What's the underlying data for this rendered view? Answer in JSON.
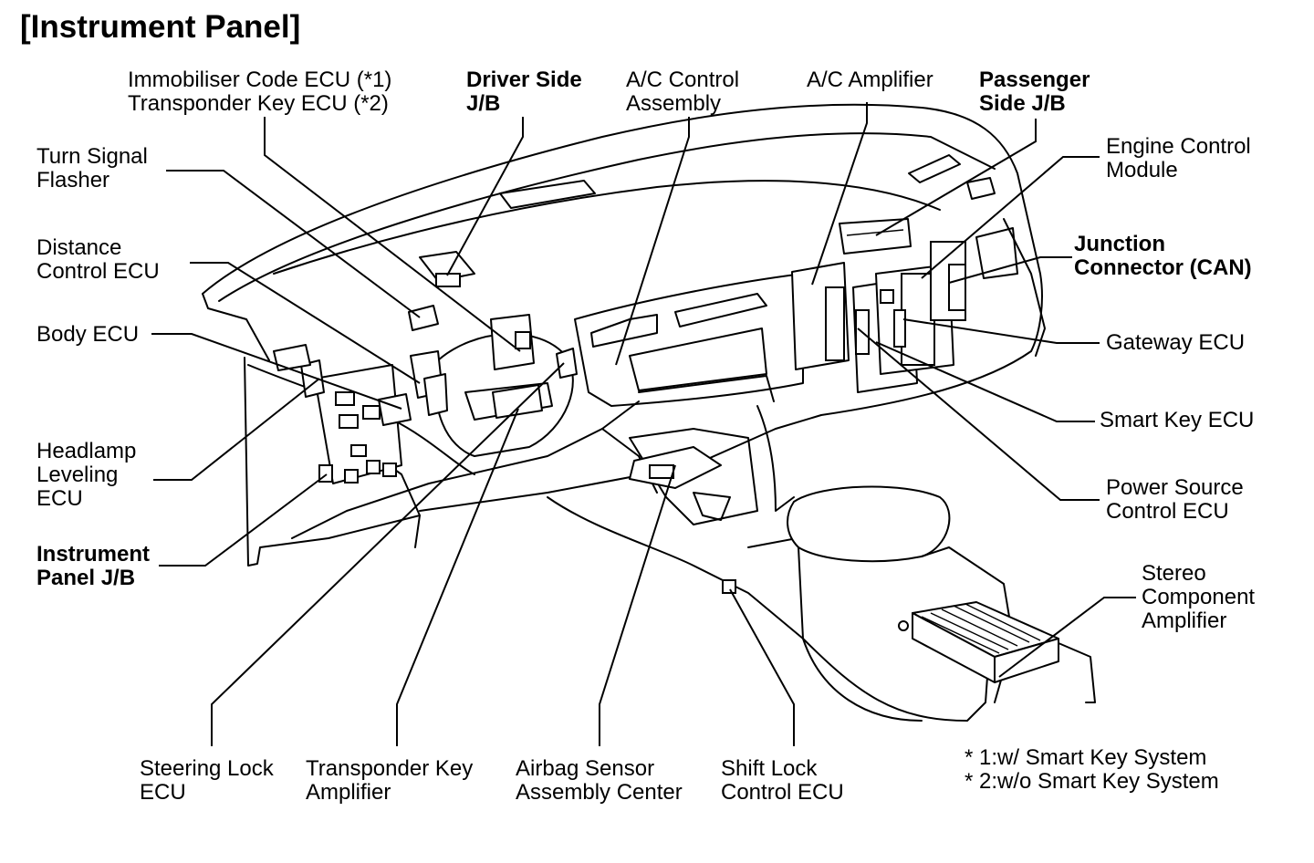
{
  "title": "[Instrument Panel]",
  "labels": {
    "immobiliser": [
      "Immobiliser Code ECU (*1)",
      "Transponder Key ECU (*2)"
    ],
    "driver_jb": [
      "Driver Side",
      "J/B"
    ],
    "ac_control": [
      "A/C Control",
      "Assembly"
    ],
    "ac_amplifier": [
      "A/C Amplifier"
    ],
    "passenger_jb": [
      "Passenger",
      "Side J/B"
    ],
    "engine_control": [
      "Engine Control",
      "Module"
    ],
    "junction_connector": [
      "Junction",
      "Connector (CAN)"
    ],
    "gateway": [
      "Gateway ECU"
    ],
    "smart_key": [
      "Smart Key ECU"
    ],
    "power_source": [
      "Power Source",
      "Control ECU"
    ],
    "stereo": [
      "Stereo",
      "Component",
      "Amplifier"
    ],
    "turn_signal": [
      "Turn Signal",
      "Flasher"
    ],
    "distance_control": [
      "Distance",
      "Control ECU"
    ],
    "body_ecu": [
      "Body ECU"
    ],
    "headlamp": [
      "Headlamp",
      "Leveling",
      "ECU"
    ],
    "instrument_jb": [
      "Instrument",
      "Panel J/B"
    ],
    "steering_lock": [
      "Steering Lock",
      "ECU"
    ],
    "transponder_amp": [
      "Transponder Key",
      "Amplifier"
    ],
    "airbag": [
      "Airbag Sensor",
      "Assembly Center"
    ],
    "shift_lock": [
      "Shift Lock",
      "Control ECU"
    ]
  },
  "footnotes": [
    "* 1:w/ Smart Key System",
    "* 2:w/o Smart Key System"
  ]
}
